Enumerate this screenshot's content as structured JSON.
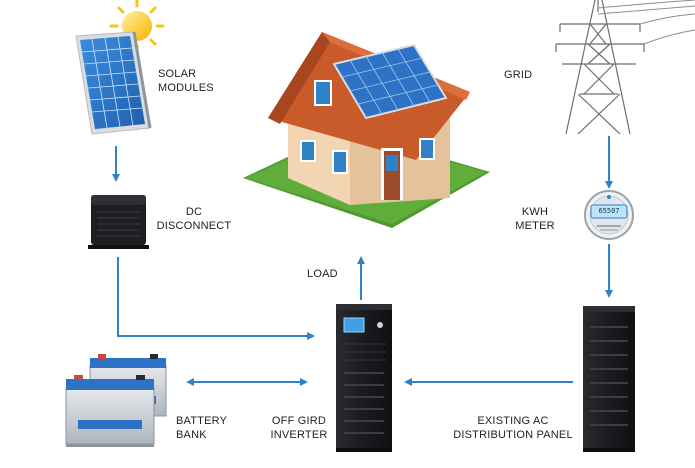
{
  "labels": {
    "solar_modules": [
      "SOLAR",
      "MODULES"
    ],
    "dc_disconnect": [
      "DC",
      "DISCONNECT"
    ],
    "grid": "GRID",
    "kwh_meter": [
      "KWH",
      "METER"
    ],
    "load": "LOAD",
    "battery_bank": [
      "BATTERY",
      "BANK"
    ],
    "off_grid_inverter": [
      "OFF GIRD",
      "INVERTER"
    ],
    "existing_ac_panel": [
      "EXISTING AC",
      "DISTRIBUTION PANEL"
    ]
  },
  "meter_display": "65507",
  "colors": {
    "arrow": "#2f82c6",
    "panel_blue": "#2d72c4",
    "roof": "#c95a2a",
    "wall": "#f2d6b3",
    "grass": "#4f9a2f",
    "cabinet": "#1e1f22"
  }
}
